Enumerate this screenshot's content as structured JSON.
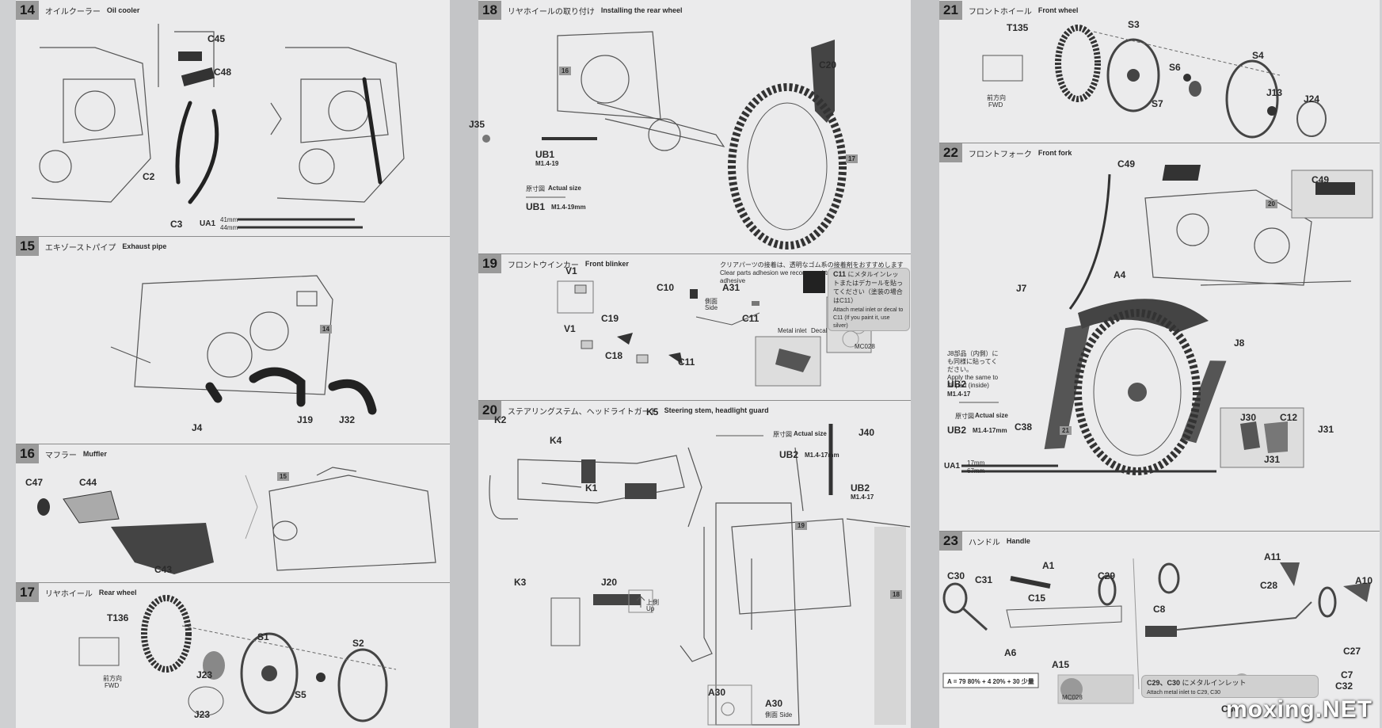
{
  "steps": {
    "s14": {
      "num": "14",
      "jp": "オイルクーラー",
      "en": "Oil cooler",
      "labels": [
        "C45",
        "C48",
        "C2",
        "C3"
      ],
      "ua1": "UA1",
      "len1": "41mm",
      "len2": "44mm"
    },
    "s15": {
      "num": "15",
      "jp": "エキゾーストパイプ",
      "en": "Exhaust pipe",
      "labels": [
        "J4",
        "J19",
        "J32"
      ],
      "ref": "14"
    },
    "s16": {
      "num": "16",
      "jp": "マフラー",
      "en": "Muffler",
      "labels": [
        "C47",
        "C44",
        "C43"
      ],
      "ref": "15"
    },
    "s17": {
      "num": "17",
      "jp": "リヤホイール",
      "en": "Rear wheel",
      "labels": [
        "T136",
        "S1",
        "S2",
        "J23",
        "S5",
        "J23"
      ],
      "fwd_jp": "前方向",
      "fwd_en": "FWD"
    },
    "s18": {
      "num": "18",
      "jp": "リヤホイールの取り付け",
      "en": "Installing the rear wheel",
      "labels": [
        "C20",
        "J35",
        "UB1"
      ],
      "ub1_size": "M1.4-19",
      "actual_jp": "原寸図",
      "actual_en": "Actual size",
      "ub1_full": "UB1",
      "ub1_full_size": "M1.4-19mm",
      "refs": [
        "16",
        "17"
      ]
    },
    "s19": {
      "num": "19",
      "jp": "フロントウインカー",
      "en": "Front blinker",
      "labels": [
        "V1",
        "C10",
        "A31",
        "C19",
        "C11",
        "V1",
        "C18",
        "C11"
      ],
      "note_jp": "クリアパーツの接着は、透明なゴム系の接着剤をおすすめします",
      "note_en": "Clear parts adhesion we recommend transparent rubber type adhesive",
      "side_jp": "側面",
      "side_en": "Side",
      "inlet_title": "C11",
      "inlet_jp": "にメタルインレットまたはデカールを貼ってください（塗装の場合はC11）",
      "inlet_en": "Attach metal inlet or decal to C11 (If you paint it, use silver)",
      "metal_inlet": "Metal inlet",
      "decal": "Decal",
      "code": "MC028"
    },
    "s20": {
      "num": "20",
      "jp": "ステアリングステム、ヘッドライトガード",
      "en": "Steering stem, headlight guard",
      "labels": [
        "K2",
        "K5",
        "K4",
        "K1",
        "J40",
        "UB2",
        "K3",
        "J20",
        "A30",
        "A30"
      ],
      "ub2_size": "M1.4-17",
      "actual_jp": "原寸図",
      "actual_en": "Actual size",
      "ub2_full": "UB2",
      "ub2_full_size": "M1.4-17mm",
      "up_jp": "上側",
      "up_en": "Up",
      "side": "側面 Side",
      "refs": [
        "19",
        "18"
      ]
    },
    "s21": {
      "num": "21",
      "jp": "フロントホイール",
      "en": "Front wheel",
      "labels": [
        "T135",
        "S3",
        "S4",
        "S6",
        "S7",
        "J13",
        "J24"
      ],
      "fwd_jp": "前方向",
      "fwd_en": "FWD"
    },
    "s22": {
      "num": "22",
      "jp": "フロントフォーク",
      "en": "Front fork",
      "labels": [
        "C49",
        "C49",
        "A4",
        "J7",
        "J8",
        "UB2",
        "C38",
        "J31",
        "J30",
        "C12",
        "J31"
      ],
      "ub2_size": "M1.4-17",
      "actual_jp": "原寸図",
      "actual_en": "Actual size",
      "ub2_full": "UB2",
      "ub2_full_size": "M1.4-17mm",
      "ua1": "UA1",
      "len1": "17mm",
      "len2": "67mm",
      "j8_jp": "J8部品（内側）にも同様に貼ってください。",
      "j8_en": "Apply the same to J8 part (inside)",
      "refs": [
        "20",
        "21"
      ]
    },
    "s23": {
      "num": "23",
      "jp": "ハンドル",
      "en": "Handle",
      "labels": [
        "A1",
        "A11",
        "C30",
        "C31",
        "C29",
        "C28",
        "A10",
        "C15",
        "C8",
        "A6",
        "A15",
        "C27",
        "C7",
        "C32",
        "C30"
      ],
      "mix": "A = 79 80% + 4 20% + 30 少量",
      "inlet_title": "C29、C30",
      "inlet_jp": "にメタルインレット",
      "inlet_en": "Attach metal inlet to C29, C30",
      "code": "MC028"
    }
  },
  "watermark": "moxing.NET",
  "colors": {
    "paper": "#ebebec",
    "header": "#9a9a9a",
    "ink": "#2a2a2a",
    "part": "#3a3a3a"
  }
}
